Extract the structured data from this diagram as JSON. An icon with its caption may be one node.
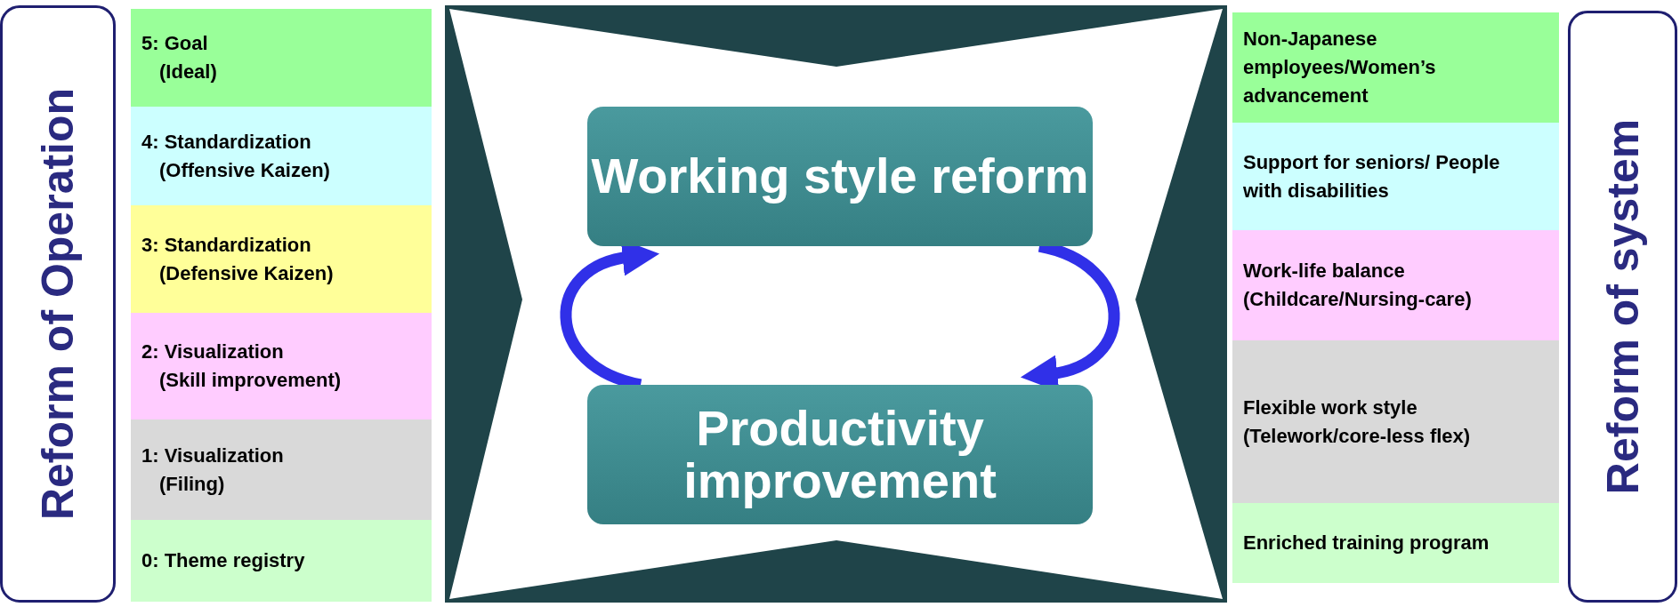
{
  "diagram": {
    "nodes": [
      {
        "text": [
          "Reform of Operation"
        ]
      },
      {
        "text": [
          "5: Goal",
          "(Ideal)"
        ]
      },
      {
        "text": [
          "4: Standardization",
          "(Offensive Kaizen)"
        ]
      },
      {
        "text": [
          "3: Standardization",
          "(Defensive Kaizen)"
        ]
      },
      {
        "text": [
          "2: Visualization",
          "(Skill improvement)"
        ]
      },
      {
        "text": [
          "1: Visualization",
          "(Filing)"
        ]
      },
      {
        "text": [
          "0: Theme registry"
        ]
      },
      {
        "text": [
          "Working style reform"
        ]
      },
      {
        "text": [
          "Productivity improvement"
        ]
      },
      {
        "text": [
          "Reform of system"
        ]
      },
      {
        "text": [
          "Non-Japanese employees/Women’s advancement"
        ]
      },
      {
        "text": [
          "Support for seniors/ People with disabilities"
        ]
      },
      {
        "text": [
          "Work-life balance",
          "(Childcare/Nursing-care)"
        ]
      },
      {
        "text": [
          "Flexible work style",
          "(Telework/core-less flex)"
        ]
      },
      {
        "text": [
          "Enriched training program"
        ]
      }
    ],
    "edges": [
      {
        "from": 8,
        "to": 7,
        "arrow": "to"
      },
      {
        "from": 7,
        "to": 8,
        "arrow": "to"
      }
    ]
  }
}
